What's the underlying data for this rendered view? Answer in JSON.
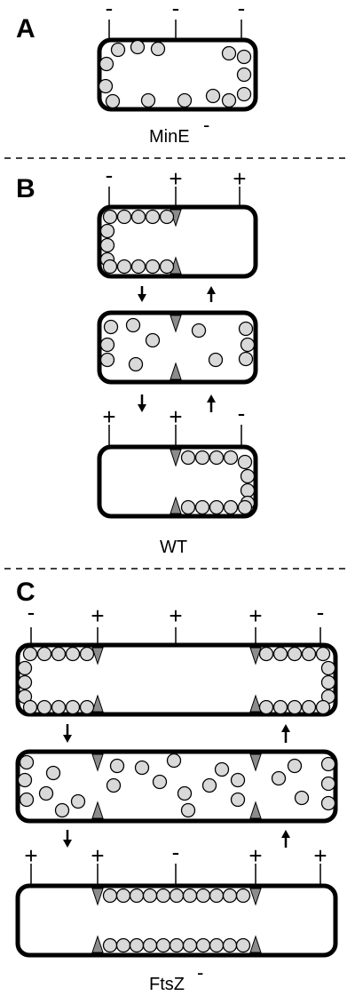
{
  "panels": {
    "a": {
      "letter": "A",
      "caption": "MinE",
      "caption_sup": "-",
      "signs": [
        "-",
        "-",
        "-"
      ]
    },
    "b": {
      "letter": "B",
      "caption": "WT",
      "top_signs": [
        "-",
        "+",
        "+"
      ],
      "bottom_signs": [
        "+",
        "+",
        "-"
      ]
    },
    "c": {
      "letter": "C",
      "caption": "FtsZ",
      "caption_sup": "-",
      "top_signs": [
        "-",
        "+",
        "+",
        "+",
        "-"
      ],
      "bottom_signs": [
        "+",
        "+",
        "-",
        "+",
        "+"
      ]
    }
  },
  "colors": {
    "outline": "#000000",
    "protein_fill": "#d9d9d9",
    "ring_fill": "#8c8c8c"
  }
}
